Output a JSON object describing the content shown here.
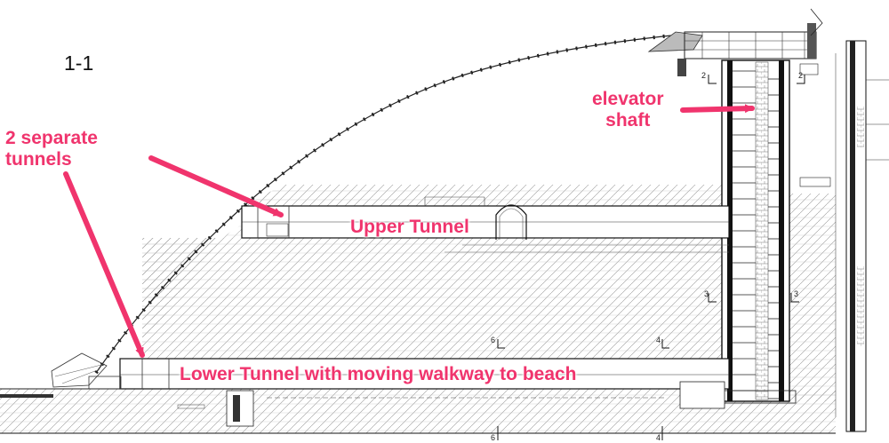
{
  "section_title": "1-1",
  "annotations": {
    "separate_tunnels_line1": "2 separate",
    "separate_tunnels_line2": "tunnels",
    "elevator_line1": "elevator",
    "elevator_line2": "shaft",
    "upper_tunnel": "Upper Tunnel",
    "lower_tunnel": "Lower Tunnel with moving walkway to beach"
  },
  "section_marks": {
    "mark_2_left": "2",
    "mark_2_right": "2",
    "mark_3_left": "3",
    "mark_3_right": "3",
    "mark_4_mid": "4",
    "mark_4_bottom": "4",
    "mark_6_mid": "6",
    "mark_6_bottom": "6"
  },
  "colors": {
    "annotation_pink": "#f0346d",
    "drawing_line": "#222222",
    "hatch": "#9a9a9a",
    "background": "#ffffff"
  }
}
